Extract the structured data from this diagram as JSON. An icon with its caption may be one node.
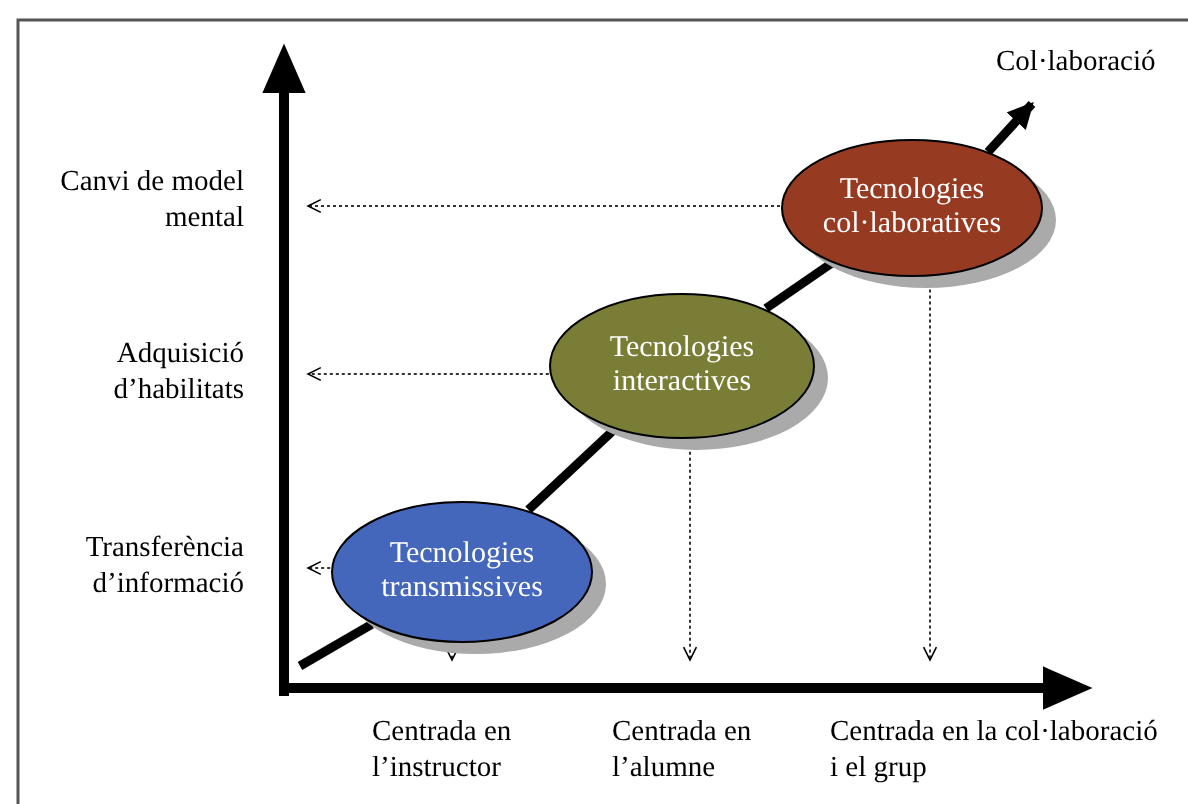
{
  "diagram": {
    "nodes": [
      {
        "text": [
          "Tecnologies transmissives"
        ]
      },
      {
        "text": [
          "Tecnologies interactives"
        ]
      },
      {
        "text": [
          "Tecnologies col·laboratives"
        ]
      },
      {
        "text": [],
        "shape": "bar"
      },
      {
        "text": [],
        "shape": "bar"
      }
    ],
    "edges": [
      {
        "from": 2,
        "to": 3,
        "arrow": "to",
        "style": "dashed"
      },
      {
        "from": 2,
        "to": 4,
        "arrow": "to",
        "style": "dashed"
      },
      {
        "from": 1,
        "to": 3,
        "arrow": "to",
        "style": "dashed"
      },
      {
        "from": 1,
        "to": 4,
        "arrow": "to",
        "style": "dashed"
      },
      {
        "from": 0,
        "to": 3,
        "arrow": "to",
        "style": "dashed"
      },
      {
        "from": 0,
        "to": 4,
        "arrow": "to",
        "style": "dashed"
      },
      {
        "from": 3,
        "to": 0,
        "arrow": "none",
        "style": "thick"
      },
      {
        "from": 0,
        "to": 1,
        "arrow": "none",
        "style": "thick"
      },
      {
        "from": 1,
        "to": 2,
        "arrow": "none",
        "style": "thick"
      }
    ],
    "labels": [
      "Col·laboració",
      "Canvi de model mental",
      "Adquisició d’habilitats",
      "Transferència d’informació",
      "Centrada en l’instructor",
      "Centrada en l’alumne",
      "Centrada en la col·laboració i el grup"
    ]
  }
}
